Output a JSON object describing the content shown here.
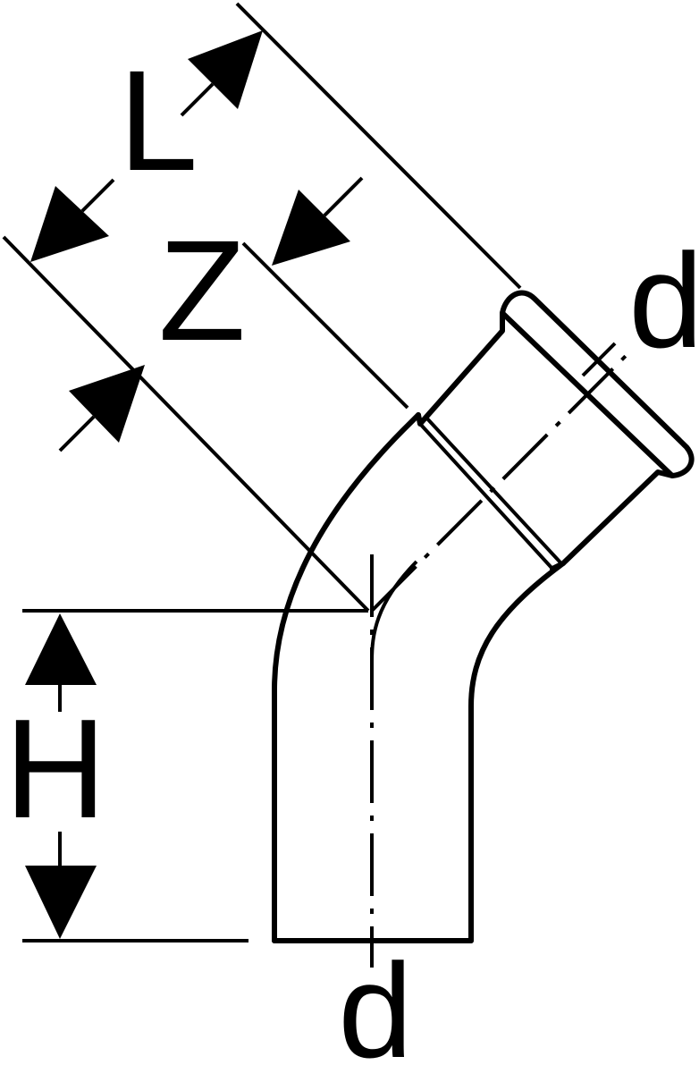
{
  "drawing": {
    "labels": {
      "L": "L",
      "Z": "Z",
      "H": "H",
      "d_top": "d",
      "d_bottom": "d"
    },
    "colors": {
      "stroke": "#000000",
      "background": "#ffffff"
    }
  }
}
